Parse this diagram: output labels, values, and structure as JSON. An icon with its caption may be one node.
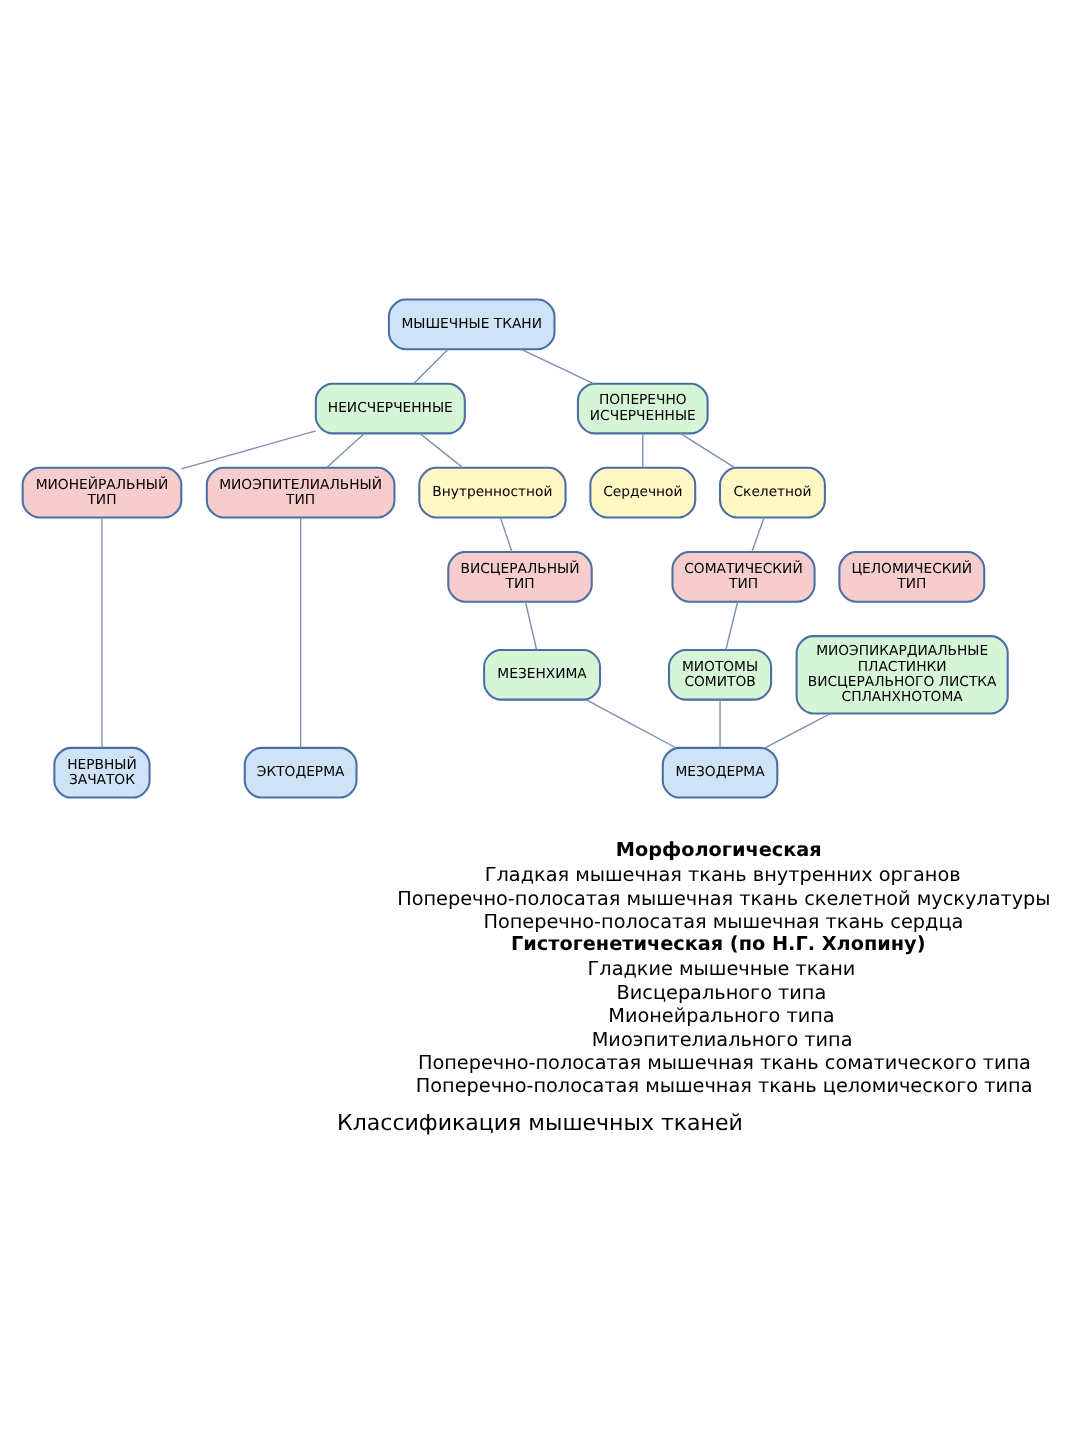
{
  "diagram": {
    "title": "Классификация мышечных тканей",
    "nodes": [
      {
        "text": [
          "МЫШЕЧНЫЕ ТКАНИ"
        ]
      },
      {
        "text": [
          "НЕИСЧЕРЧЕННЫЕ"
        ]
      },
      {
        "text": [
          "ПОПЕРЕЧНО ИСЧЕРЧЕННЫЕ"
        ]
      },
      {
        "text": [
          "МИОНЕЙРАЛЬНЫЙ ТИП"
        ]
      },
      {
        "text": [
          "МИОЭПИТЕЛИАЛЬНЫЙ ТИП"
        ]
      },
      {
        "text": [
          "Внутренностной"
        ]
      },
      {
        "text": [
          "Сердечной"
        ]
      },
      {
        "text": [
          "Скелетной"
        ]
      },
      {
        "text": [
          "ВИСЦЕРАЛЬНЫЙ ТИП"
        ]
      },
      {
        "text": [
          "ЦЕЛОМИЧЕСКИЙ ТИП"
        ]
      },
      {
        "text": [
          "СОМАТИЧЕСКИЙ ТИП"
        ]
      },
      {
        "text": [
          "МЕЗЕНХИМА"
        ]
      },
      {
        "text": [
          "МИОЭПИКАРДИАЛЬНЫЕ ПЛАСТИНКИ ВИСЦЕРАЛЬНОГО ЛИСТКА СПЛАНХНОТОМА"
        ]
      },
      {
        "text": [
          "МИОТОМЫ СОМИТОВ"
        ]
      },
      {
        "text": [
          "НЕРВНЫЙ ЗАЧАТОК"
        ]
      },
      {
        "text": [
          "ЭКТОДЕРМА"
        ]
      },
      {
        "text": [
          "МЕЗОДЕРМА"
        ]
      }
    ],
    "edges": [
      {
        "from": 0,
        "to": 1,
        "arrow": "none"
      },
      {
        "from": 0,
        "to": 2,
        "arrow": "none"
      },
      {
        "from": 1,
        "to": 3,
        "arrow": "none"
      },
      {
        "from": 1,
        "to": 4,
        "arrow": "none"
      },
      {
        "from": 1,
        "to": 5,
        "arrow": "none"
      },
      {
        "from": 2,
        "to": 6,
        "arrow": "none"
      },
      {
        "from": 2,
        "to": 7,
        "arrow": "none"
      },
      {
        "from": 5,
        "to": 8,
        "arrow": "none"
      },
      {
        "from": 7,
        "to": 10,
        "arrow": "none"
      },
      {
        "from": 8,
        "to": 11,
        "arrow": "none"
      },
      {
        "from": 10,
        "to": 13,
        "arrow": "none"
      },
      {
        "from": 3,
        "to": 14,
        "arrow": "none"
      },
      {
        "from": 4,
        "to": 15,
        "arrow": "none"
      },
      {
        "from": 11,
        "to": 16,
        "arrow": "none"
      },
      {
        "from": 12,
        "to": 16,
        "arrow": "none"
      },
      {
        "from": 13,
        "to": 16,
        "arrow": "none"
      }
    ],
    "labels": [
      "Морфологическая",
      "Гладкая мышечная ткань внутренних органов",
      "Поперечно-полосатая мышечная ткань скелетной мускулатуры",
      "Поперечно-полосатая мышечная ткань сердца",
      "Гистогенетическая (по Н.Г. Хлопину)",
      "Гладкие мышечные ткани",
      "Висцерального типа",
      "Мионейрального типа",
      "Миоэпителиального типа",
      "Поперечно-полосатая мышечная ткань соматического типа",
      "Поперечно-полосатая мышечная ткань целомического типа"
    ]
  }
}
